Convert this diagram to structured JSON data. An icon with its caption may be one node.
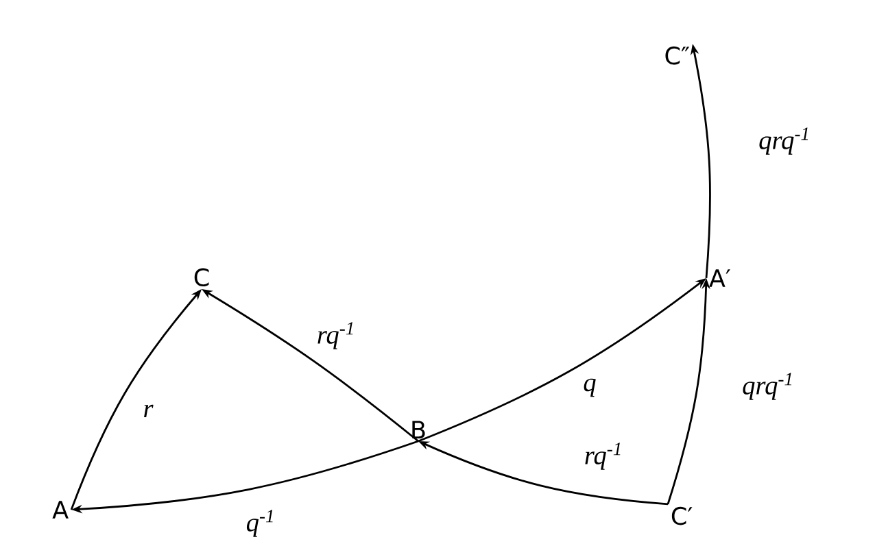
{
  "diagram": {
    "nodes": [
      {
        "text": [
          "A"
        ]
      },
      {
        "text": [
          "C"
        ]
      },
      {
        "text": [
          "B"
        ]
      },
      {
        "text": [
          "A′"
        ]
      },
      {
        "text": [
          "C′"
        ]
      },
      {
        "text": [
          "C″"
        ]
      }
    ],
    "edges": [
      {
        "from": 0,
        "to": 1,
        "arrow": "to",
        "label": "r"
      },
      {
        "from": 2,
        "to": 0,
        "arrow": "to",
        "label": "q$^{-1}$"
      },
      {
        "from": 2,
        "to": 1,
        "arrow": "to",
        "label": "rq$^{-1}$"
      },
      {
        "from": 2,
        "to": 3,
        "arrow": "to",
        "label": "q"
      },
      {
        "from": 4,
        "to": 2,
        "arrow": "to",
        "label": "rq$^{-1}$"
      },
      {
        "from": 4,
        "to": 3,
        "arrow": "to",
        "label": "qrq$^{-1}$"
      },
      {
        "from": 3,
        "to": 5,
        "arrow": "to",
        "label": "qrq$^{-1}$"
      }
    ]
  }
}
